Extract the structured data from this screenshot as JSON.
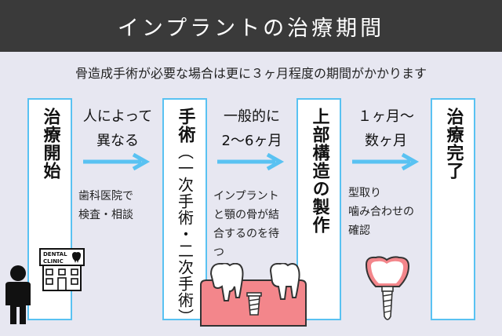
{
  "title": "インプラントの治療期間",
  "note": "骨造成手術が必要な場合は更に３ヶ月程度の期間がかかります",
  "stages": [
    {
      "label": "治療開始"
    },
    {
      "label": "手術",
      "sublabel": "（一次手術・二次手術）"
    },
    {
      "label": "上部構造の製作"
    },
    {
      "label": "治療完了"
    }
  ],
  "transitions": [
    {
      "heading": [
        "人によって",
        "異なる"
      ],
      "detail": [
        "歯科医院で",
        "検査・相談"
      ]
    },
    {
      "heading": [
        "一般的に",
        "2〜6ヶ月"
      ],
      "detail": [
        "インプラント",
        "と顎の骨が結",
        "合するのを待",
        "つ"
      ]
    },
    {
      "heading": [
        "１ヶ月〜",
        "数ヶ月"
      ],
      "detail": [
        "型取り",
        "噛み合わせの",
        "確認"
      ]
    }
  ],
  "clinic_sign": [
    "DENTAL",
    "CLINIC"
  ],
  "colors": {
    "title_bg": "#3a3a3a",
    "bg": "#e7e7f1",
    "border": "#59c2f2",
    "arrow": "#59c2f2",
    "gum": "#f3868b"
  },
  "icons": [
    "person-icon",
    "dental-clinic-icon",
    "implant-gum-icon",
    "implant-crown-icon"
  ]
}
